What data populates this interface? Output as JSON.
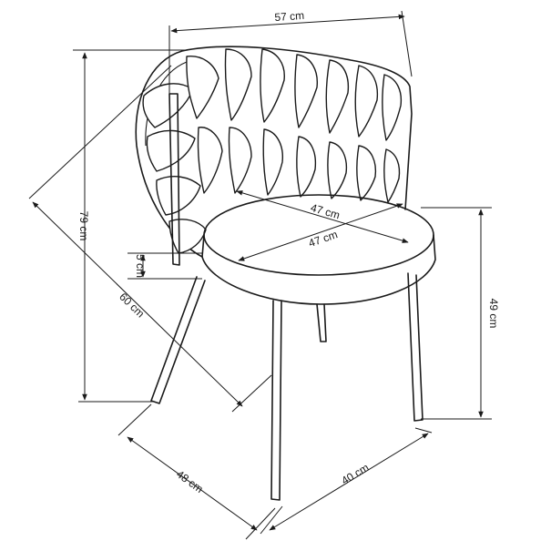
{
  "dimensions": {
    "width_label": "57 cm",
    "height_label": "79 cm",
    "seat_depth_label": "60 cm",
    "seat_diameter_a_label": "47 cm",
    "seat_diameter_b_label": "47 cm",
    "cushion_label": "5 cm",
    "seat_height_label": "49 cm",
    "base_depth_label": "48 cm",
    "base_width_label": "40 cm"
  }
}
